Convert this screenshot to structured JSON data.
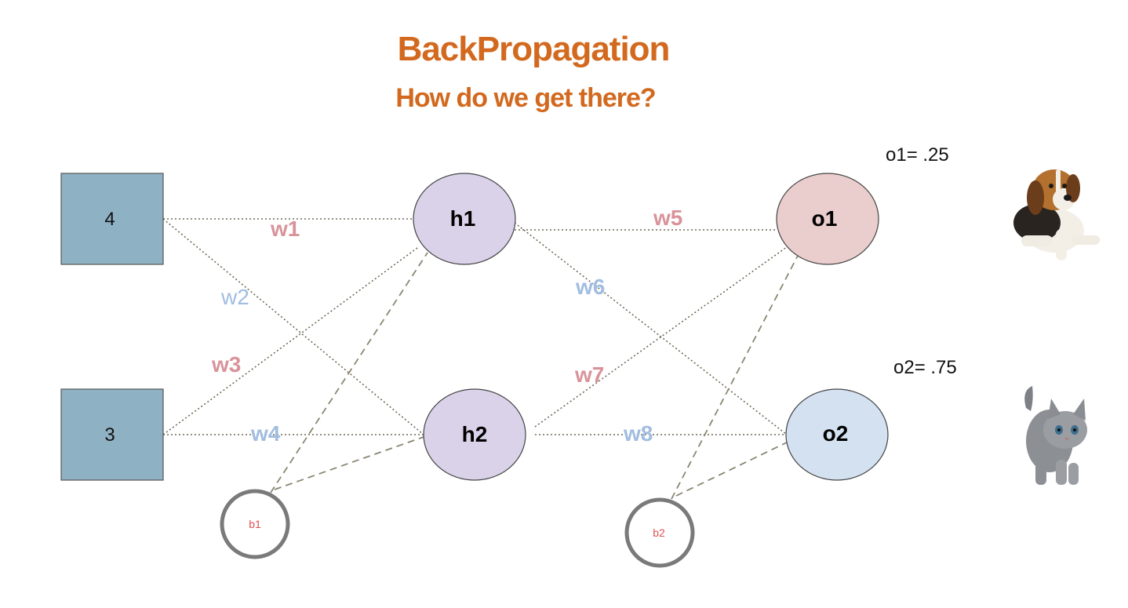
{
  "title": "BackPropagation",
  "subtitle": "How do we get there?",
  "inputs": [
    {
      "id": "i1",
      "label": "4"
    },
    {
      "id": "i2",
      "label": "3"
    }
  ],
  "hidden": [
    {
      "id": "h1",
      "label": "h1"
    },
    {
      "id": "h2",
      "label": "h2"
    }
  ],
  "outputs": [
    {
      "id": "o1",
      "label": "o1"
    },
    {
      "id": "o2",
      "label": "o2"
    }
  ],
  "biases": [
    {
      "id": "b1",
      "label": "b1"
    },
    {
      "id": "b2",
      "label": "b2"
    }
  ],
  "weights": {
    "w1": "w1",
    "w2": "w2",
    "w3": "w3",
    "w4": "w4",
    "w5": "w5",
    "w6": "w6",
    "w7": "w7",
    "w8": "w8"
  },
  "output_values": {
    "o1": "o1= .25",
    "o2": "o2= .75"
  },
  "images": {
    "o1": "beagle-puppy-photo",
    "o2": "grey-kitten-photo"
  },
  "colors": {
    "title": "#d2691e",
    "input_fill": "#8fb1c4",
    "hidden_fill": "#d9d2e9",
    "o1_fill": "#eacdcd",
    "o2_fill": "#d3e1f1",
    "weight_red": "#d9939a",
    "weight_blue": "#a1bde0",
    "bias_text": "#e05050",
    "bias_ring": "#7a7a7a"
  }
}
